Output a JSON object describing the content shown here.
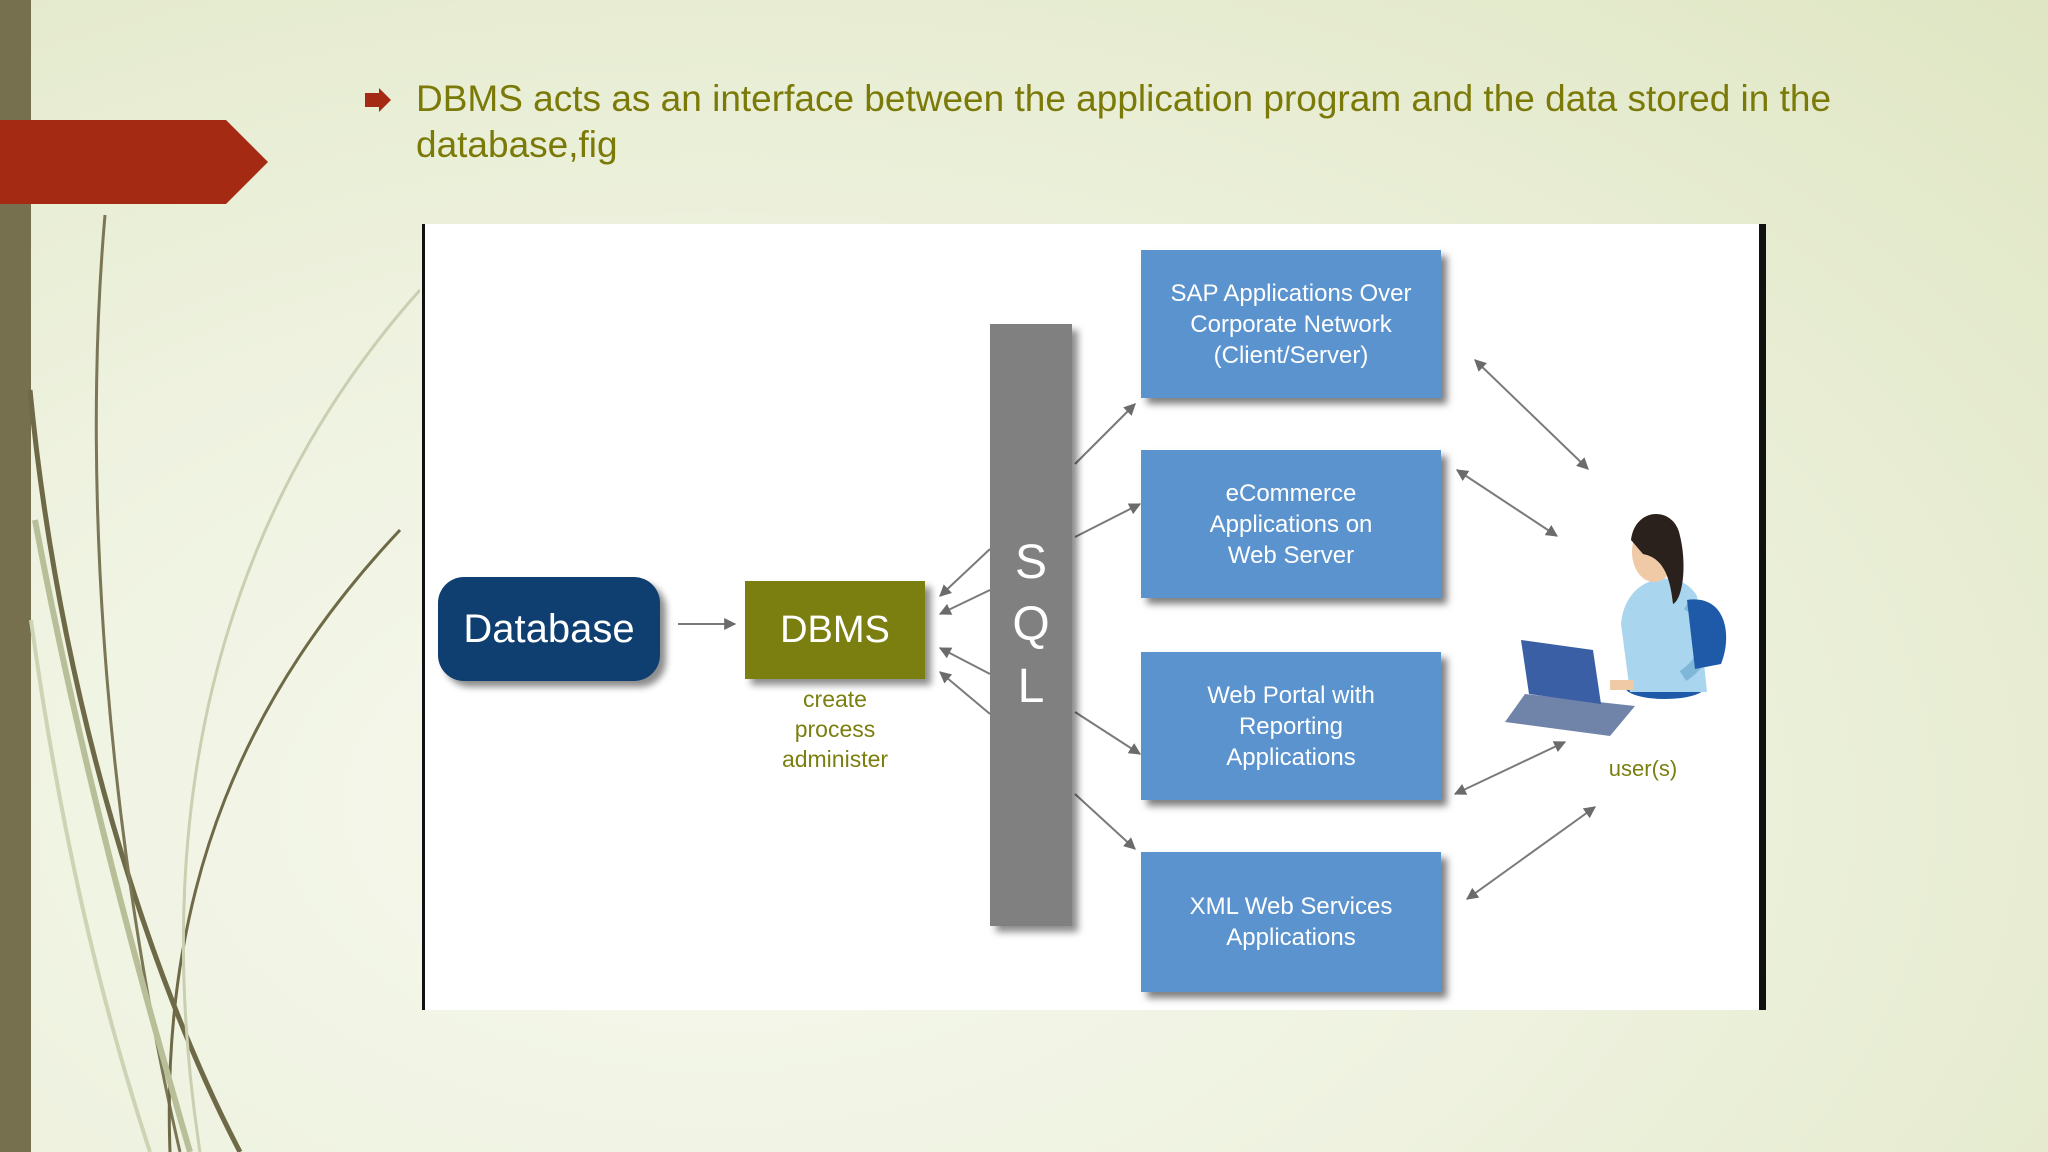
{
  "bullet": {
    "text": "DBMS acts as an interface between the application program and the data stored in the database,fig"
  },
  "diagram": {
    "database_label": "Database",
    "dbms_label": "DBMS",
    "dbms_caption": [
      "create",
      "process",
      "administer"
    ],
    "sql_letters": [
      "S",
      "Q",
      "L"
    ],
    "apps": [
      [
        "SAP Applications Over",
        "Corporate Network",
        "(Client/Server)"
      ],
      [
        "eCommerce",
        "Applications on",
        "Web Server"
      ],
      [
        "Web Portal with",
        "Reporting",
        "Applications"
      ],
      [
        "XML Web Services",
        "Applications"
      ]
    ],
    "user_label": "user(s)"
  },
  "colors": {
    "accent_red": "#a52a14",
    "text_olive": "#7b7a08",
    "database_blue": "#0f3f70",
    "dbms_olive": "#7b7f10",
    "sql_gray": "#808080",
    "app_blue": "#5b93cf"
  }
}
